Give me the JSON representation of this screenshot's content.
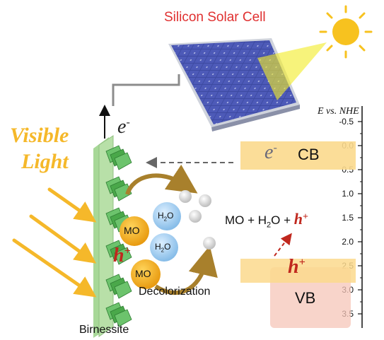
{
  "solar_cell": {
    "title": "Silicon Solar Cell"
  },
  "energy_axis": {
    "title": "E vs. NHE",
    "ticks": [
      "-0.5",
      "0.0",
      "0.5",
      "1.0",
      "1.5",
      "2.0",
      "2.5",
      "3.0",
      "3.5"
    ],
    "cb_label": "CB",
    "vb_label": "VB",
    "cb_level": 0.25,
    "vb_level": 2.7
  },
  "light": {
    "line1": "Visible",
    "line2": "Light"
  },
  "carriers": {
    "electron": "e",
    "electron_sup": "-",
    "hole": "h",
    "hole_sup": "+"
  },
  "reaction": {
    "lhs": "MO + H",
    "water_sub": "2",
    "rhs_o": "O + "
  },
  "molecules": {
    "mo": "MO",
    "h2o_h": "H",
    "h2o_sub": "2",
    "h2o_o": "O"
  },
  "process": {
    "label": "Decolorization"
  },
  "electrode": {
    "label": "Birnessite"
  },
  "colors": {
    "band": "#fbd98d",
    "vb_box": "#f5c6b8",
    "film": "#b8e0a8",
    "crystal": "#5cb85c",
    "mo": "#f4a818",
    "h2o": "#a8d0f0",
    "arrow_brown": "#a8802c",
    "light_arrow": "#f5b82a",
    "hole_red": "#c0281e",
    "title_red": "#e03030"
  }
}
